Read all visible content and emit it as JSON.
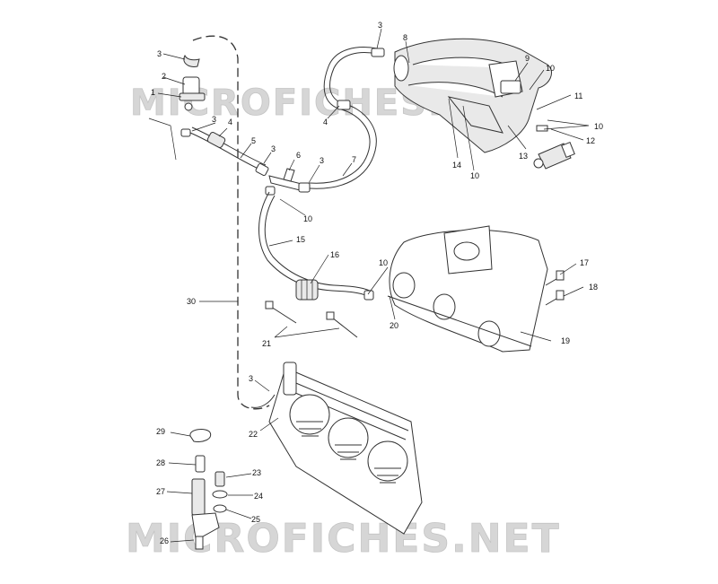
{
  "watermark": {
    "top": "MICROFICHES.NET",
    "bottom": "MICROFICHES.NET"
  },
  "callouts": {
    "c1": "1",
    "c2": "2",
    "c3a": "3",
    "c3b": "3",
    "c3c": "3",
    "c3d": "3",
    "c3e": "3",
    "c3f": "3",
    "c4a": "4",
    "c4b": "4",
    "c5": "5",
    "c6": "6",
    "c7": "7",
    "c8": "8",
    "c9": "9",
    "c10a": "10",
    "c10b": "10",
    "c10c": "10",
    "c10d": "10",
    "c10e": "10",
    "c11": "11",
    "c12": "12",
    "c13": "13",
    "c14": "14",
    "c15": "15",
    "c16": "16",
    "c17": "17",
    "c18": "18",
    "c19": "19",
    "c20": "20",
    "c21": "21",
    "c22": "22",
    "c23": "23",
    "c24": "24",
    "c25": "25",
    "c26": "26",
    "c27": "27",
    "c28": "28",
    "c29": "29",
    "c30": "30"
  }
}
